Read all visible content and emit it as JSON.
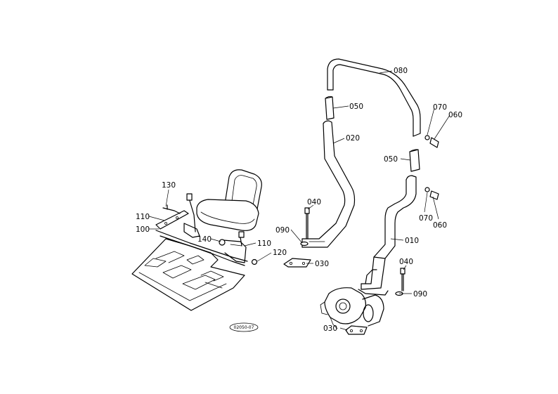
{
  "labels": {
    "p080": "080",
    "p050a": "050",
    "p070a": "070",
    "p060a": "060",
    "p020": "020",
    "p050b": "050",
    "p070b": "070",
    "p060b": "060",
    "p040a": "040",
    "p090a": "090",
    "p030a": "030",
    "p010": "010",
    "p040b": "040",
    "p090b": "090",
    "p030b": "030",
    "p130": "130",
    "p110a": "110",
    "p100": "100",
    "p140": "140",
    "p110b": "110",
    "p120": "120"
  },
  "stamp": "02050-07"
}
